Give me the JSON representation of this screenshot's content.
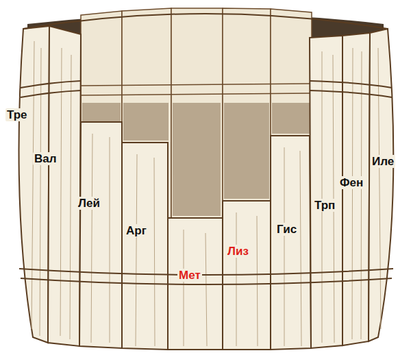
{
  "diagram": {
    "labels": [
      "Тре",
      "Вал",
      "Лей",
      "Арг",
      "Мет",
      "Лиз",
      "Гис",
      "Трп",
      "Фен",
      "Иле"
    ]
  }
}
